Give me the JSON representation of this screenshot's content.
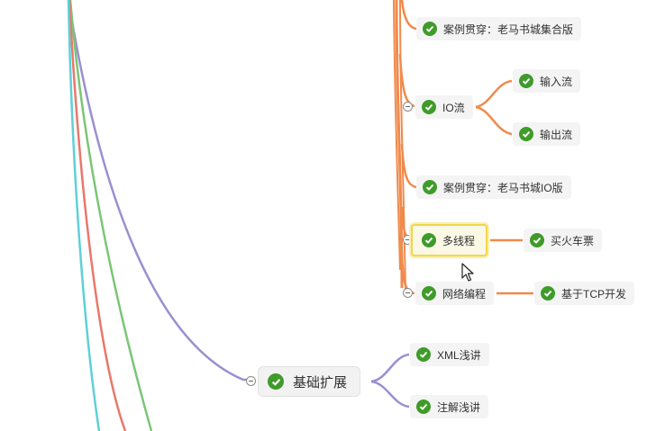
{
  "colors": {
    "orange": "#f08a4b",
    "purple": "#9b8fd0",
    "green": "#7cc576",
    "red": "#e8786a",
    "cyan": "#5fd0d6",
    "check": "#3f9b2a",
    "selected_border": "#f2d64b"
  },
  "nodes": {
    "case_full": "案例贯穿：老马书城集合版",
    "io_stream": "IO流",
    "input_stream": "输入流",
    "output_stream": "输出流",
    "case_io": "案例贯穿：老马书城IO版",
    "multithread": "多线程",
    "train_ticket": "买火车票",
    "network": "网络编程",
    "tcp_dev": "基于TCP开发",
    "basic_ext": "基础扩展",
    "xml": "XML浅讲",
    "annotation": "注解浅讲"
  },
  "icons": {
    "check": "check-circle-icon",
    "collapse": "collapse-minus-icon",
    "cursor": "mouse-pointer-icon"
  }
}
